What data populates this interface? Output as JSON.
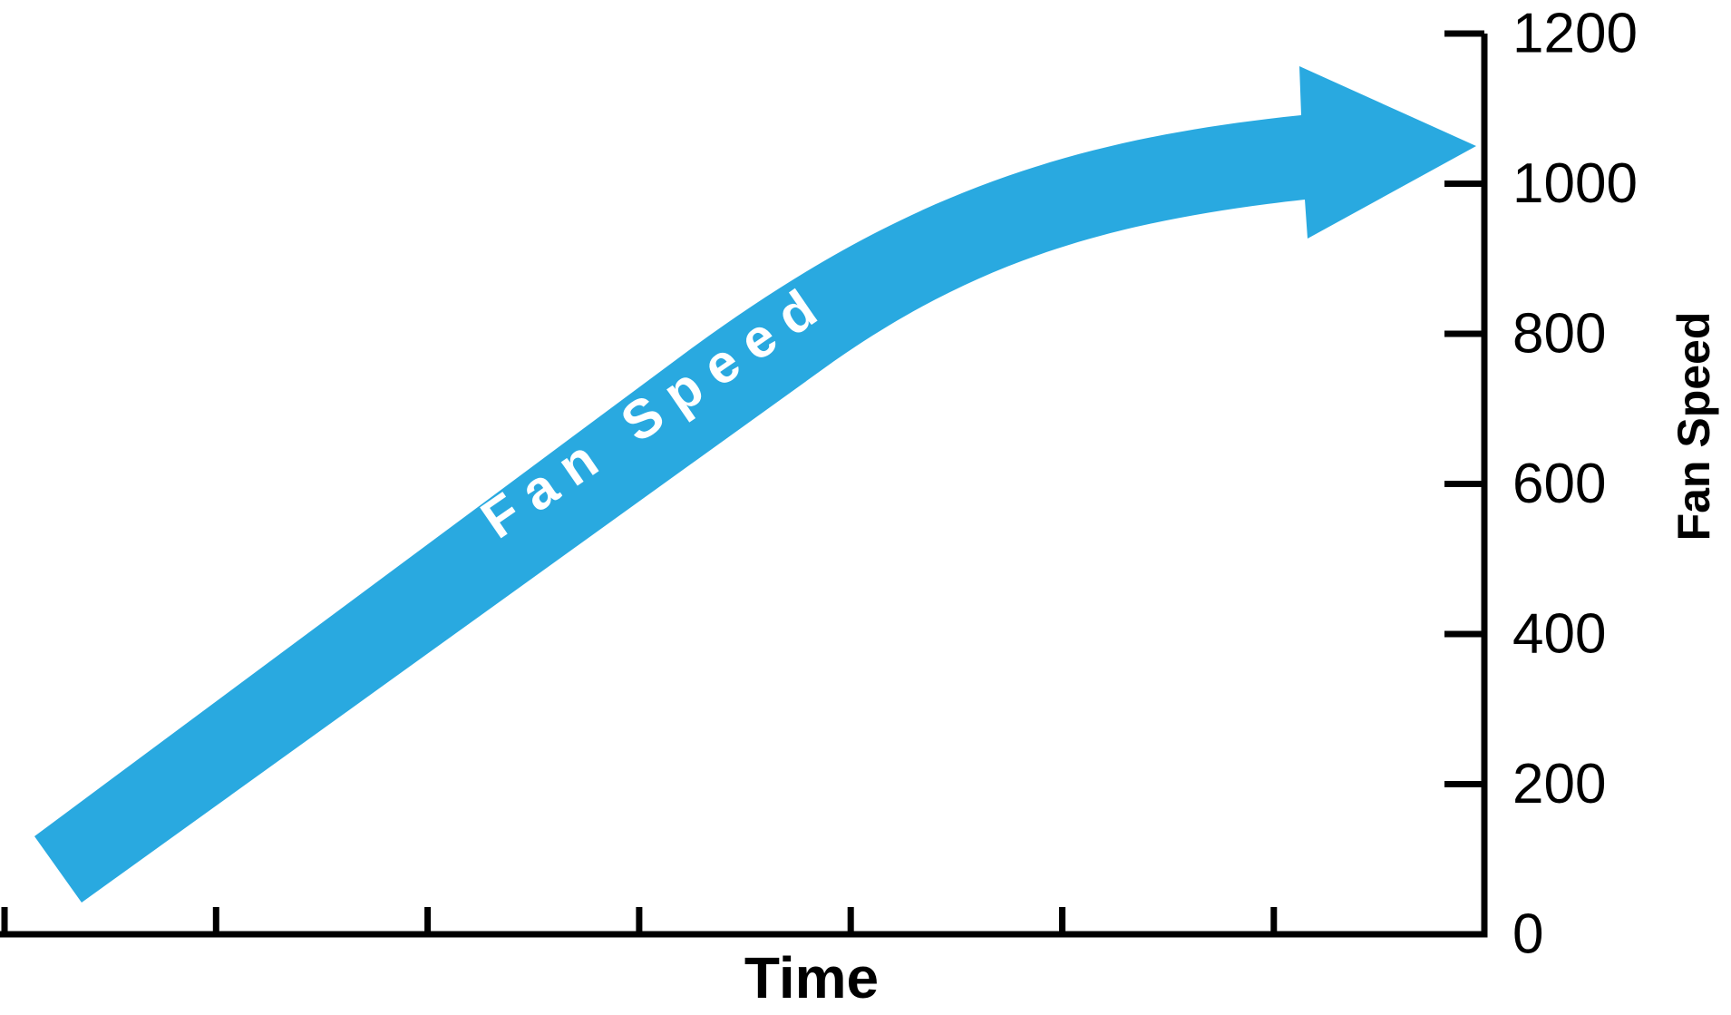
{
  "figure": {
    "background_color": "#ffffff",
    "axis_color": "#000000",
    "arrow": {
      "color": "#29A9E0",
      "label": "Fan Speed",
      "label_color": "#ffffff"
    },
    "x_axis": {
      "title": "Time",
      "tick_count": 7,
      "tick_labels": []
    },
    "y_axis": {
      "title": "Fan Speed",
      "side": "right",
      "tick_labels": [
        "1200",
        "1000",
        "800",
        "600",
        "400",
        "200",
        "0"
      ]
    }
  },
  "chart_data": {
    "type": "line",
    "title": "",
    "xlabel": "Time",
    "ylabel": "Fan Speed",
    "x_axis_ticks": "7 unlabeled time ticks",
    "ylim": [
      0,
      1200
    ],
    "y_ticks": [
      0,
      200,
      400,
      600,
      800,
      1000,
      1200
    ],
    "grid": false,
    "legend_position": "none",
    "y_axis_side": "right",
    "series": [
      {
        "name": "Fan Speed",
        "style": "thick curved arrow (conceptual rising trend, levels off near top)",
        "color": "#29A9E0",
        "points": [
          {
            "x_fraction": 0.03,
            "value": 85
          },
          {
            "x_fraction": 0.25,
            "value": 395
          },
          {
            "x_fraction": 0.5,
            "value": 755
          },
          {
            "x_fraction": 0.7,
            "value": 935
          },
          {
            "x_fraction": 0.85,
            "value": 1020
          },
          {
            "x_fraction": 1.0,
            "value": 1050
          }
        ]
      }
    ],
    "annotations": [
      {
        "text": "Fan Speed",
        "location": "on arrow shaft",
        "color": "#ffffff",
        "angle_deg": -34.5
      }
    ]
  }
}
